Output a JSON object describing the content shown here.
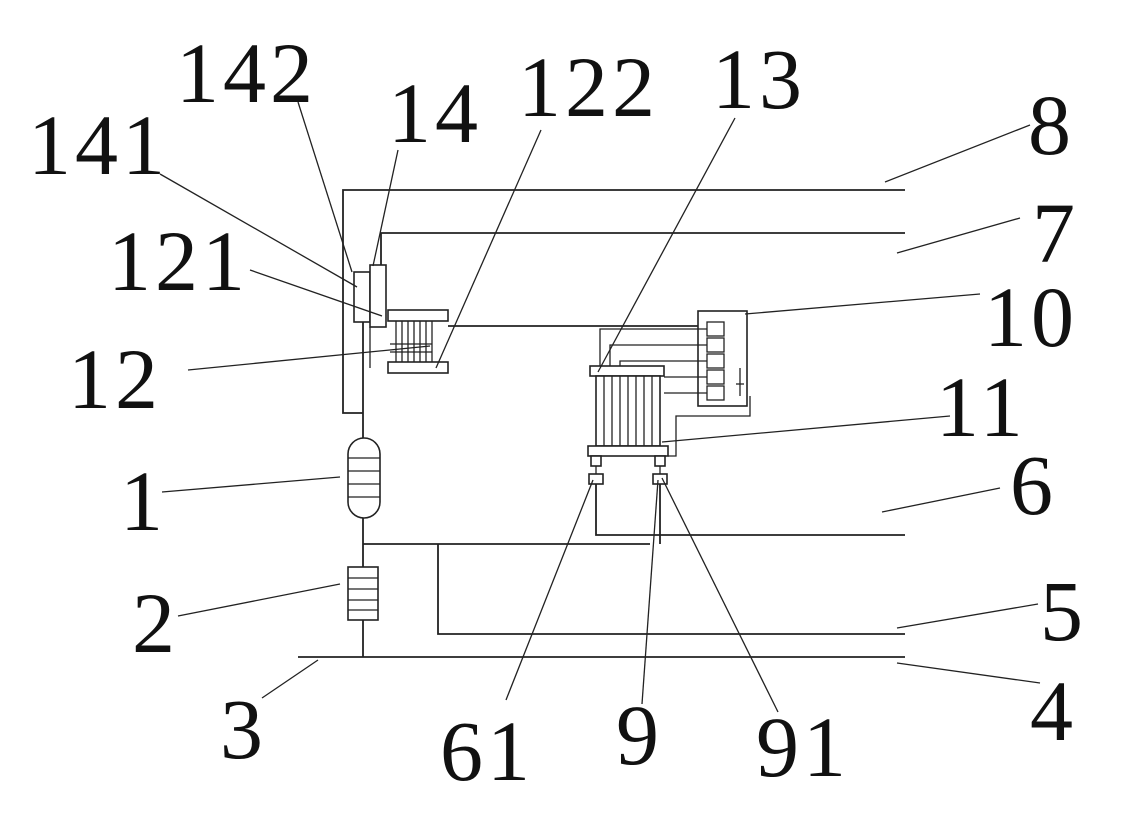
{
  "labels": {
    "l1": "1",
    "l2": "2",
    "l3": "3",
    "l4": "4",
    "l5": "5",
    "l6": "6",
    "l7": "7",
    "l8": "8",
    "l9": "9",
    "l10": "10",
    "l11": "11",
    "l12": "12",
    "l13": "13",
    "l14": "14",
    "l61": "61",
    "l91": "91",
    "l121": "121",
    "l122": "122",
    "l141": "141",
    "l142": "142"
  }
}
